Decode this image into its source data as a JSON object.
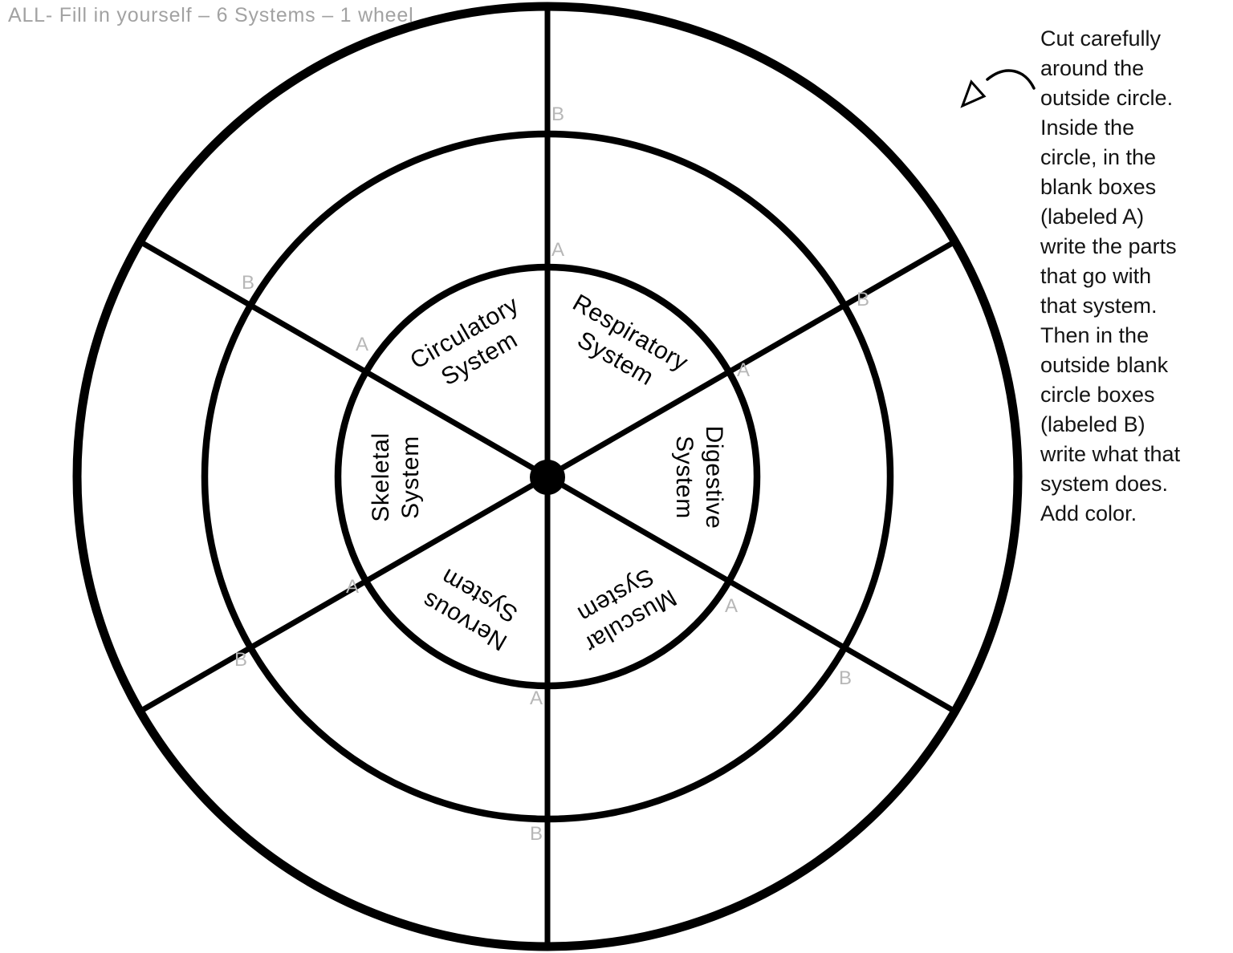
{
  "page": {
    "title": "ALL- Fill in yourself – 6 Systems – 1 wheel"
  },
  "instructions": {
    "text": "Cut carefully\naround the\noutside circle.\nInside the\ncircle, in the\nblank boxes\n(labeled A)\nwrite the parts\nthat go with\nthat system.\nThen in the\noutside blank\ncircle boxes\n(labeled B)\nwrite what that\nsystem does.\nAdd color."
  },
  "wheel": {
    "inner_box_label": "A",
    "outer_box_label": "B",
    "sectors": [
      {
        "label": "Circulatory System",
        "line1": "Circulatory",
        "line2": "System"
      },
      {
        "label": "Respiratory System",
        "line1": "Respiratory",
        "line2": "System"
      },
      {
        "label": "Digestive System",
        "line1": "Digestive",
        "line2": "System"
      },
      {
        "label": "Muscular System",
        "line1": "Muscular",
        "line2": "System"
      },
      {
        "label": "Nervous System",
        "line1": "Nervous",
        "line2": "System"
      },
      {
        "label": "Skeletal System",
        "line1": "Skeletal",
        "line2": "System"
      }
    ]
  },
  "colors": {
    "ink": "#000000",
    "label_gray": "#b7b7b7",
    "title_gray": "#a2a2a2"
  }
}
